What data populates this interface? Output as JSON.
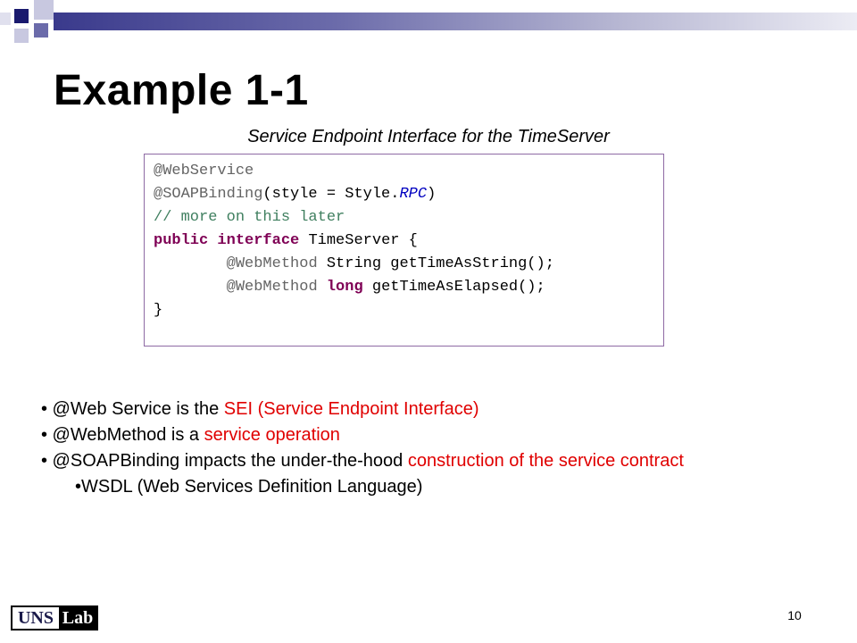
{
  "slide": {
    "title": "Example 1-1",
    "caption": "Service Endpoint Interface for the TimeServer",
    "page_number": "10"
  },
  "code": {
    "line1": "@WebService",
    "line2_a": "@SOAPBinding",
    "line2_b": "(style = Style.",
    "line2_c": "RPC",
    "line2_d": ")",
    "line3": "// more on this later",
    "line4_a": "public",
    "line4_b": " ",
    "line4_c": "interface",
    "line4_d": " TimeServer {",
    "line5_indent": "        ",
    "line5_a": "@WebMethod",
    "line5_b": " String getTimeAsString();",
    "line6_indent": "        ",
    "line6_a": "@WebMethod",
    "line6_b": " ",
    "line6_c": "long",
    "line6_d": " getTimeAsElapsed();",
    "line7": "}"
  },
  "bullets": {
    "b1_a": "• @Web Service is the ",
    "b1_b": "SEI (Service Endpoint Interface)",
    "b2_a": "• @WebMethod is a ",
    "b2_b": "service operation",
    "b3_a": "• @SOAPBinding impacts the under-the-hood ",
    "b3_b": "construction of the service contract",
    "b4": "•WSDL (Web Services Definition Language)"
  },
  "logo": {
    "part1": "UNS",
    "part2": "Lab"
  },
  "colors": {
    "highlight": "#e00000",
    "header_dark": "#3a3a8c",
    "code_border": "#8e6aa4"
  }
}
